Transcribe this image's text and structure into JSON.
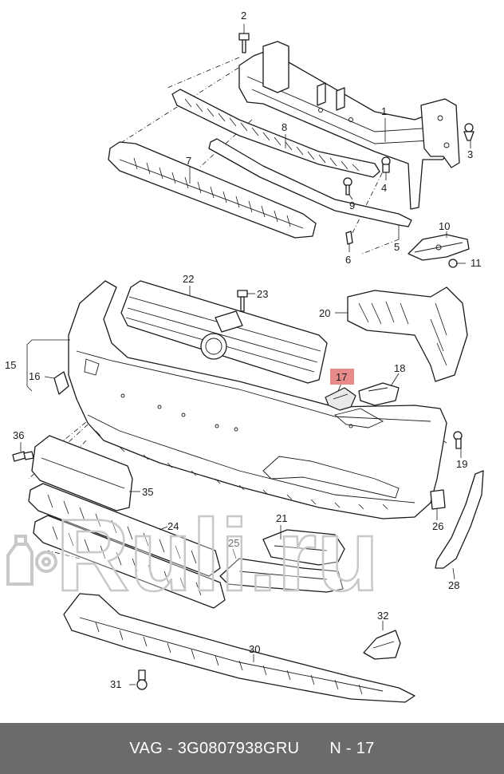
{
  "colors": {
    "highlight": "#e88a8a",
    "footer_bg": "#6b6b6b",
    "footer_text": "#ffffff",
    "line": "#1a1a1a",
    "watermark": "#c8c8c8"
  },
  "callouts": {
    "p1": "1",
    "p2": "2",
    "p3": "3",
    "p4": "4",
    "p5": "5",
    "p6": "6",
    "p7": "7",
    "p8": "8",
    "p9": "9",
    "p10": "10",
    "p11": "11",
    "p15": "15",
    "p16": "16",
    "p17": "17",
    "p18": "18",
    "p19": "19",
    "p20": "20",
    "p21": "21",
    "p22": "22",
    "p23": "23",
    "p24": "24",
    "p25": "25",
    "p26": "26",
    "p28": "28",
    "p30": "30",
    "p31": "31",
    "p32": "32",
    "p35": "35",
    "p36": "36"
  },
  "highlighted_part": "17",
  "watermark": {
    "text": "Ruli.ru",
    "icon": "oil-bottle-gear-icon"
  },
  "footer": {
    "part_number": "VAG - 3G0807938GRU",
    "position": "N - 17"
  }
}
